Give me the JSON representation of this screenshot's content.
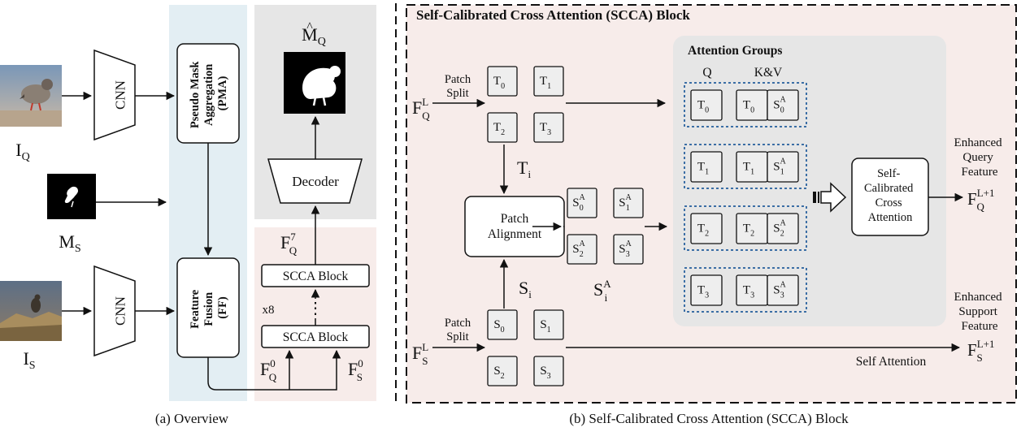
{
  "overview": {
    "caption": "(a) Overview",
    "cnn_top": "CNN",
    "cnn_bottom": "CNN",
    "pma": [
      "Pseudo Mask",
      "Aggregation",
      "(PMA)"
    ],
    "ff": [
      "Feature",
      "Fusion",
      "(FF)"
    ],
    "decoder": "Decoder",
    "scca_top": "SCCA Block",
    "scca_bottom": "SCCA Block",
    "repeat": "x8",
    "vdots": "⋮",
    "iq": {
      "base": "I",
      "sub": "Q"
    },
    "ms": {
      "base": "M",
      "sub": "S"
    },
    "is": {
      "base": "I",
      "sub": "S"
    },
    "mq": {
      "base": "M",
      "sub": "Q",
      "hat": "^"
    },
    "fq7": {
      "base": "F",
      "sub": "Q",
      "sup": "7"
    },
    "fq0": {
      "base": "F",
      "sub": "Q",
      "sup": "0"
    },
    "fs0": {
      "base": "F",
      "sub": "S",
      "sup": "0"
    }
  },
  "scca": {
    "title": "Self-Calibrated Cross Attention (SCCA) Block",
    "caption": "(b) Self-Calibrated Cross Attention (SCCA) Block",
    "patch_split_top": [
      "Patch",
      "Split"
    ],
    "patch_split_bottom": [
      "Patch",
      "Split"
    ],
    "fql": {
      "base": "F",
      "sub": "Q",
      "sup": "L"
    },
    "fsl": {
      "base": "F",
      "sub": "S",
      "sup": "L"
    },
    "t_tokens": [
      {
        "b": "T",
        "s": "0"
      },
      {
        "b": "T",
        "s": "1"
      },
      {
        "b": "T",
        "s": "2"
      },
      {
        "b": "T",
        "s": "3"
      }
    ],
    "s_tokens": [
      {
        "b": "S",
        "s": "0"
      },
      {
        "b": "S",
        "s": "1"
      },
      {
        "b": "S",
        "s": "2"
      },
      {
        "b": "S",
        "s": "3"
      }
    ],
    "sa_tokens": [
      {
        "b": "S",
        "s": "0",
        "p": "A"
      },
      {
        "b": "S",
        "s": "1",
        "p": "A"
      },
      {
        "b": "S",
        "s": "2",
        "p": "A"
      },
      {
        "b": "S",
        "s": "3",
        "p": "A"
      }
    ],
    "ti": {
      "base": "T",
      "sub": "i"
    },
    "si": {
      "base": "S",
      "sub": "i"
    },
    "sia": {
      "base": "S",
      "sub": "i",
      "sup": "A"
    },
    "patch_alignment": [
      "Patch",
      "Alignment"
    ],
    "attention_groups": "Attention Groups",
    "q_label": "Q",
    "kv_label": "K&V",
    "self_cal": [
      "Self-",
      "Calibrated",
      "Cross",
      "Attention"
    ],
    "enhanced_query": [
      "Enhanced",
      "Query",
      "Feature"
    ],
    "enhanced_support": [
      "Enhanced",
      "Support",
      "Feature"
    ],
    "fql1": {
      "base": "F",
      "sub": "Q",
      "sup": "L+1"
    },
    "fsl1": {
      "base": "F",
      "sub": "S",
      "sup": "L+1"
    },
    "self_attention": "Self Attention"
  },
  "colors": {
    "light_blue": "#e3eef3",
    "gray_panel": "#e6e6e6",
    "pink_panel": "#f7ecea",
    "attention_panel": "#e6e6e6",
    "token_fill": "#eeeeee",
    "dashed_blue": "#3b6ea5"
  }
}
